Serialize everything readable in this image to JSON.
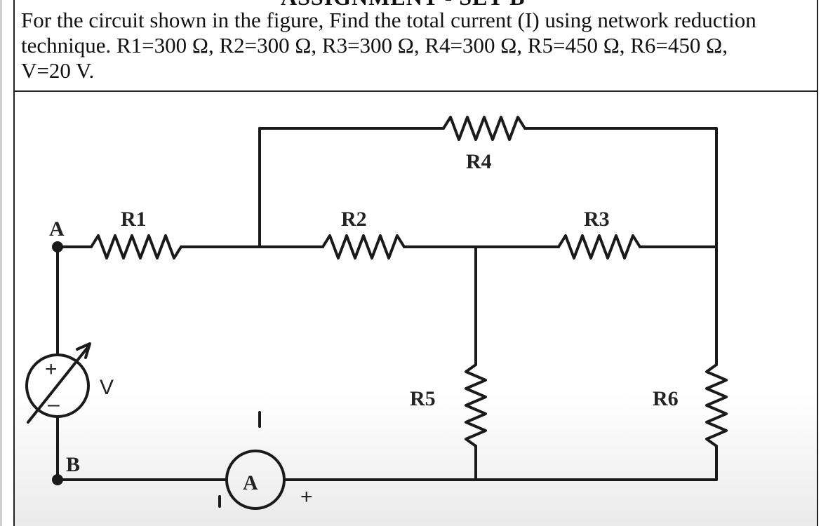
{
  "assignment_title_fragment": "ASSIGNMENT - SET B",
  "question": {
    "line1": "For the circuit shown in the figure, Find the total current (I) using network reduction",
    "line2": "technique. R1=300 Ω, R2=300 Ω, R3=300 Ω, R4=300 Ω, R5=450 Ω, R6=450 Ω,",
    "line3": "V=20 V."
  },
  "circuit": {
    "node_labels": {
      "a": "A",
      "b": "B"
    },
    "resistor_labels": {
      "r1": "R1",
      "r2": "R2",
      "r3": "R3",
      "r4": "R4",
      "r5": "R5",
      "r6": "R6"
    },
    "source_label": "V",
    "ammeter_label": "A",
    "source_plus": "+",
    "source_minus": "–",
    "ammeter_plus": "+",
    "ammeter_minus": "–",
    "current_mark": "I"
  }
}
